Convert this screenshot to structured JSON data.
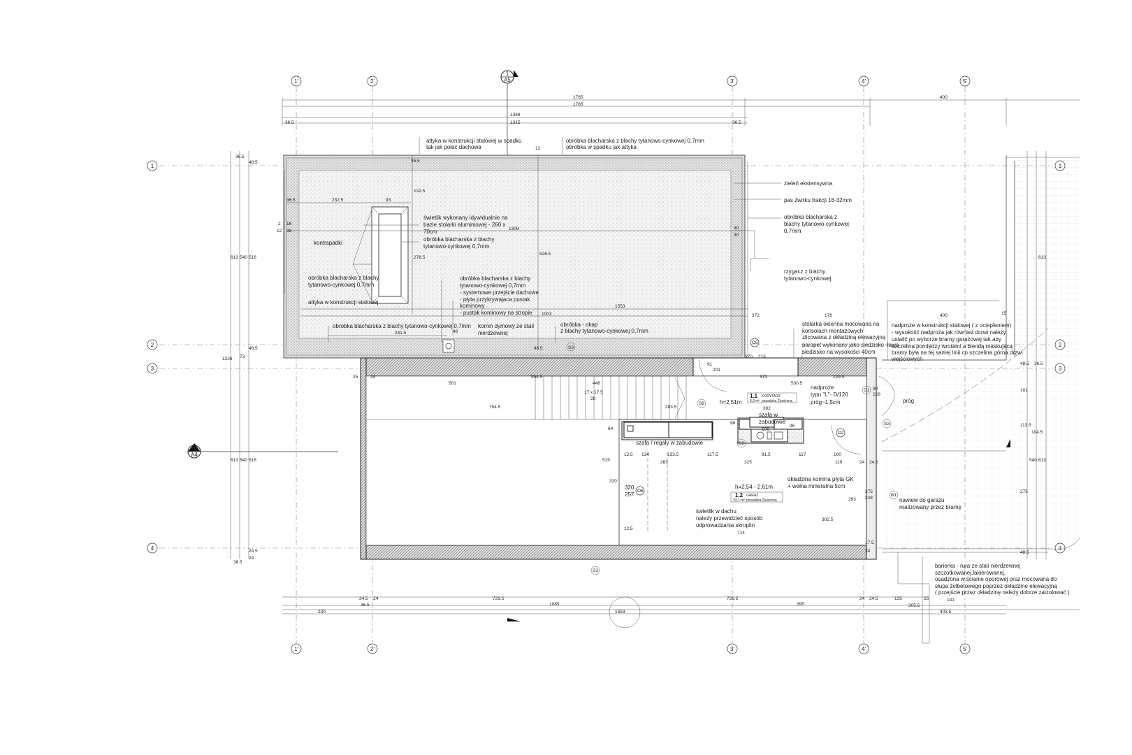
{
  "axes": {
    "columns": [
      "1'",
      "2'",
      "3'",
      "4'",
      "5'"
    ],
    "rows": [
      "1",
      "2",
      "3",
      "4"
    ]
  },
  "sections": {
    "top": {
      "num": "1",
      "sheet": "A5"
    },
    "left": {
      "num": "1",
      "sheet": "A4"
    }
  },
  "dims": {
    "top": [
      "1785",
      "1785",
      "400",
      "1388",
      "36.5",
      "1315",
      "36.5"
    ],
    "roof": [
      "36.5",
      "232.5",
      "93",
      "1308",
      "132.5",
      "278.5",
      "526.5",
      "1553",
      "1003",
      "241.5",
      "48",
      "48.5",
      "36.5",
      "30",
      "30",
      "12",
      "2",
      "16",
      "38",
      "12"
    ],
    "mid": [
      "372",
      "178",
      "400",
      "15"
    ],
    "left": [
      "1226",
      "613",
      "613",
      "540",
      "540",
      "516",
      "516",
      "36.5",
      "48.5",
      "73",
      "48.5",
      "36.5",
      "24.5",
      "24"
    ],
    "right": [
      "613",
      "613",
      "540",
      "48.5",
      "36.5",
      "101",
      "113.5",
      "104.5",
      "275",
      "48.5"
    ],
    "interior": [
      "25",
      "24",
      "501",
      "954.5",
      "448",
      "17 x 17.5",
      "28",
      "754.5",
      "283.5",
      "372",
      "530.5",
      "129.5",
      "302",
      "98",
      "100",
      "98",
      "64",
      "12.5",
      "134",
      "133.5",
      "117.5",
      "91.5",
      "117",
      "100",
      "283",
      "325",
      "119",
      "24",
      "24.5",
      "515",
      "320",
      "302.5",
      "293",
      "275",
      "228",
      "90",
      "228",
      "12.5",
      "714",
      "17.5",
      "24",
      "370",
      "215",
      "91",
      "201"
    ],
    "bottom": [
      "24.5",
      "24",
      "729.5",
      "726.5",
      "24",
      "24.5",
      "135",
      "25",
      "141",
      "36.5",
      "1085",
      "395",
      "305.5",
      "230",
      "1553",
      "403.5"
    ]
  },
  "notes": {
    "attyka_spadek": [
      "attyka w konstrukcji stalowej w spadku",
      "tak jak połać dachowa"
    ],
    "obrobka_top": [
      "obróbka blacharska z blachy tytanowo-cynkowej 0,7mm",
      "obróbka w spadku jak attyka"
    ],
    "zielen": "zieleń ekstensywna",
    "pas": "pas żwirku frakcji 16-32mm",
    "obrobka_right": [
      "obróbka blacharska z",
      "blachy tytanowo-cynkowej",
      "0,7mm"
    ],
    "rzygacz": [
      "rzygacz z blachy",
      "tytanowo-cynkowej"
    ],
    "swietlik": [
      "świetlik wykonany idywidualnie na",
      "bazie stolarki aluminiowej -  260 x",
      "70cm"
    ],
    "obrobka_swietlik": [
      "obróbka blacharska z blachy",
      "tytanowo-cynkowej 0,7mm"
    ],
    "kontrspadki": "kontrspadki",
    "obrobka_left": [
      "obróbka blacharska z blachy",
      "tytanowo-cynkowej 0,7mm"
    ],
    "attyka_left": "attyka w konstrukcji stalowej",
    "komin_obrobka": [
      "obróbka blacharska z blachy",
      "tytanowo-cynkowej 0,7mm",
      "- systemowe przejście dachowe",
      "- płyta przykrywajaca pustak",
      "kominowy",
      "- pustak kominowy na stropie"
    ],
    "obrobka_bottom": "obróbka blacharska z blachy tytanowo-cynkowej 0,7mm",
    "komin_dymowy": [
      "komin dymowy ze stali",
      "nierdzewnej"
    ],
    "okap": [
      "obróbka - okap",
      " z blachy tytanowo-cynkowej 0,7mm"
    ],
    "stolarka": [
      "stolarka okienna mocowana na",
      "konsolach montażowych",
      "zlicowana z okładziną elewacyjną"
    ],
    "parapet": [
      "parapet wykonany jako siedzisko -ława",
      "siedzisko na wysokości 40cm"
    ],
    "nadproze_stal": [
      "nadproże w konstrukcji stalowej ( z ociepleniem)",
      "- wysokość nadproża jak również drzwi należy",
      "ustalić po wyborze bramy garażowej tak aby",
      "szczelina pomiędzy wrotami a blendą maskującą",
      "bramy była na tej samej linii co szczelina górna drzwi",
      "wejściowych"
    ],
    "nadproze_L": [
      "nadproże",
      "typu \"L\"- D/120"
    ],
    "prog_cm": "próg~1,5cm",
    "prog": "próg",
    "szafa": [
      "szafa w",
      "zabudowie"
    ],
    "szafa_regaly": "szafa / regały w zabudowie",
    "okladzina": [
      "okładzina komina płyta GK",
      "+  wełna mineralna 5cm"
    ],
    "swietlik_dach": [
      "świetlik w dachu",
      "należy przewidzieć sposób",
      "odprowadzania skroplin"
    ],
    "nawiew": [
      "nawiew do garażu",
      "realizowany przez bramę"
    ],
    "barierka": [
      "barierka  - rura ze stali nierdzewnej",
      "szczotkowanej,lakierowanej,",
      "osadzona w ścianie oporowej oraz mocowana do",
      "słupa żelbetowego poprzez okładzinę elewacyjną",
      "( przejście przez okładzinę należy dobrze zaizolować )"
    ]
  },
  "rooms": [
    {
      "num": "1.1",
      "name": "KORYTARZ",
      "area": "6,9 m²",
      "floor": "posadzka Żywiczna",
      "height": "h=2,51m"
    },
    {
      "num": "1.2",
      "name": "GARAŻ",
      "area": "23,1 m²",
      "floor": "posadzka Żywiczna",
      "height": "h=2,54 - 2,61m"
    }
  ],
  "tags": [
    "S3",
    "S9",
    "S9",
    "S3",
    "S3",
    "D1",
    "D2",
    "B1",
    "O6",
    "O5"
  ],
  "window_dims": [
    "320",
    "257"
  ]
}
